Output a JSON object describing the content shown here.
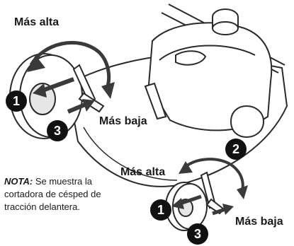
{
  "labels": {
    "front_high": "Más alta",
    "front_low": "Más baja",
    "rear_high": "Más alta",
    "rear_low": "Más baja"
  },
  "steps": {
    "front_pull": "1",
    "front_push": "3",
    "rear_rotate": "2",
    "rear_pull": "1",
    "rear_push": "3"
  },
  "note": {
    "lead": "NOTA:",
    "text": " Se muestra la cortadora de césped de tracción delantera."
  }
}
